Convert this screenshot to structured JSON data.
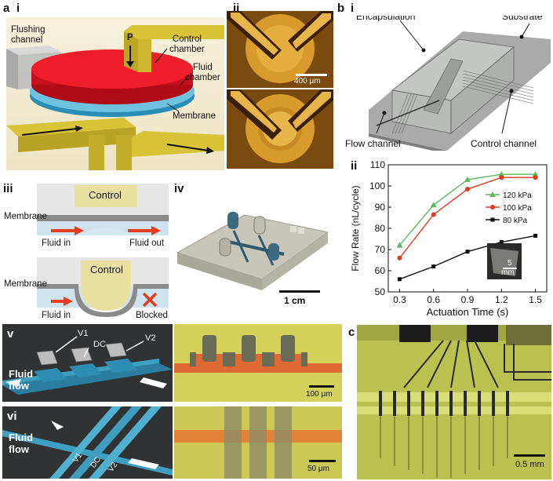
{
  "figure": {
    "a_i": {
      "panel": "a",
      "sub": "i",
      "labels": {
        "flushing_channel": "Flushing\nchannel",
        "p": "P",
        "control_chamber": "Control\nchamber",
        "fluid_chamber": "Fluid\nchamber",
        "membrane": "Membrane"
      }
    },
    "a_ii": {
      "sub": "ii",
      "scale": "400 μm"
    },
    "b_i": {
      "panel": "b",
      "sub": "i",
      "labels": {
        "encapsulation": "Encapsulation",
        "substrate": "Substrate",
        "flow_channel": "Flow channel",
        "control_channel": "Control channel"
      }
    },
    "a_iii": {
      "sub": "iii",
      "top": {
        "control": "Control",
        "membrane": "Membrane",
        "fluid_in": "Fluid in",
        "fluid_out": "Fluid out"
      },
      "bottom": {
        "control": "Control",
        "membrane": "Membrane",
        "fluid_in": "Fluid in",
        "blocked": "Blocked"
      }
    },
    "a_iv": {
      "sub": "iv",
      "scale": "1 cm"
    },
    "a_v": {
      "sub": "v",
      "v1": "V1",
      "dc": "DC",
      "v2": "V2",
      "fluid_flow": "Fluid\nflow",
      "scale": "100 μm"
    },
    "a_vi": {
      "sub": "vi",
      "v1": "V1",
      "dc": "DC",
      "v2": "V2",
      "fluid_flow": "Fluid\nflow",
      "scale": "50 μm"
    },
    "c": {
      "panel": "c",
      "scale": "0.5 mm"
    },
    "b_ii_inset_scale": "5\nmm"
  },
  "chart_data": {
    "type": "line",
    "sub": "ii",
    "x": [
      0.3,
      0.6,
      0.9,
      1.2,
      1.5
    ],
    "xticks": [
      "0.3",
      "0.6",
      "0.9",
      "1.2",
      "1.5"
    ],
    "yticks": [
      "50",
      "60",
      "70",
      "80",
      "90",
      "100",
      "110"
    ],
    "xlabel": "Actuation Time (s)",
    "ylabel": "Flow Rate (nL/cycle)",
    "xlim": [
      0.2,
      1.6
    ],
    "ylim": [
      50,
      110
    ],
    "legend": "top-right",
    "series": [
      {
        "name": "120 kPa",
        "color": "#5cb85c",
        "marker": "triangle",
        "values": [
          72,
          91,
          103,
          105.5,
          105.5
        ]
      },
      {
        "name": "100 kPa",
        "color": "#e03a1e",
        "marker": "circle",
        "values": [
          66,
          86.5,
          98.5,
          104,
          104
        ]
      },
      {
        "name": "80 kPa",
        "color": "#111111",
        "marker": "square",
        "values": [
          56,
          62,
          69,
          73.5,
          76.5
        ]
      }
    ]
  }
}
